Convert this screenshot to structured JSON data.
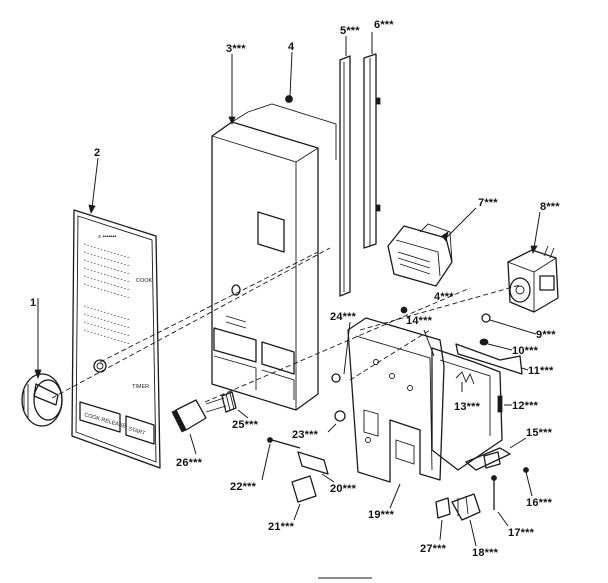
{
  "labels": {
    "l1": "1",
    "l2": "2",
    "l3": "3***",
    "l4a": "4",
    "l4b": "4***",
    "l5": "5***",
    "l6": "6***",
    "l7": "7***",
    "l8": "8***",
    "l9": "9***",
    "l10": "10***",
    "l11": "11***",
    "l12": "12***",
    "l13": "13***",
    "l14": "14***",
    "l15": "15***",
    "l16": "16***",
    "l17": "17***",
    "l18": "18***",
    "l19": "19***",
    "l20": "20***",
    "l21": "21***",
    "l22": "22***",
    "l23": "23***",
    "l24": "24***",
    "l25": "25***",
    "l26": "26***",
    "l27": "27***"
  },
  "panel": {
    "cook": "COOK",
    "timer": "TIMER",
    "cook_release": "COOK RELEASE",
    "start": "START"
  }
}
